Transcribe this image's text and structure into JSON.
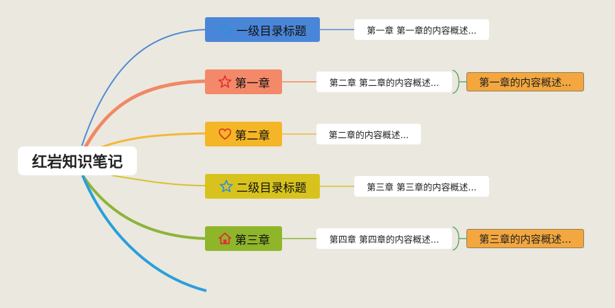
{
  "root": {
    "label": "红岩知识笔记"
  },
  "branches": [
    {
      "label": "一级目录标题",
      "icon": "star-icon",
      "color": "#4a86d8",
      "line_color": "#4e8ad6",
      "leaf": "第一章 第一章的内容概述..."
    },
    {
      "label": "第一章",
      "icon": "star-icon",
      "color": "#f4896a",
      "line_color": "#f08866",
      "leaf": "第二章 第二章的内容概述...",
      "summary": "第一章的内容概述..."
    },
    {
      "label": "第二章",
      "icon": "heart-icon",
      "color": "#f4b626",
      "line_color": "#f1b83a",
      "leaf": "第二章的内容概述..."
    },
    {
      "label": "二级目录标题",
      "icon": "star-icon",
      "color": "#d8c31e",
      "line_color": "#d6c22e",
      "leaf": "第三章 第三章的内容概述..."
    },
    {
      "label": "第三章",
      "icon": "home-icon",
      "color": "#8fb52a",
      "line_color": "#8db43a",
      "leaf": "第四章 第四章的内容概述...",
      "summary": "第三章的内容概述..."
    },
    {
      "line_color": "#2a9fdc"
    }
  ],
  "colors": {
    "background": "#ebe8df",
    "summary_fill": "#f3a73e",
    "summary_bracket": "#5faa6a",
    "icon_blue": "#2f8fd8",
    "icon_red": "#e03030"
  }
}
